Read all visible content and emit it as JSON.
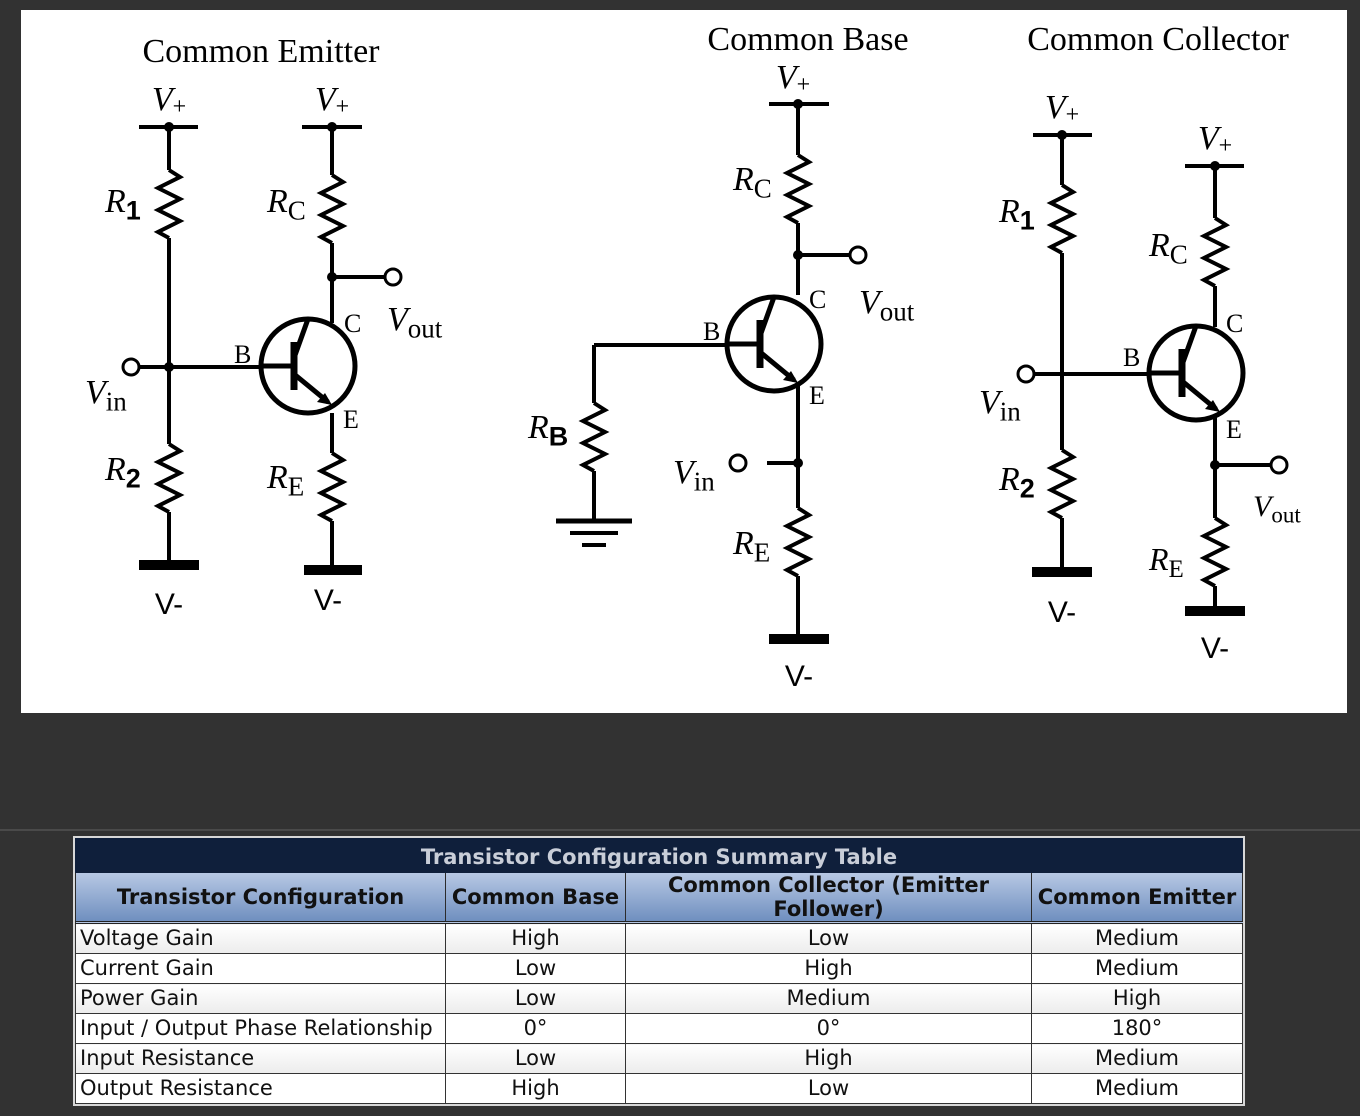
{
  "diagrams": {
    "ce": {
      "title": "Common Emitter",
      "vplus": "V+",
      "r1": "R1",
      "r2": "R2",
      "rc": "RC",
      "re": "RE",
      "b": "B",
      "c": "C",
      "e": "E",
      "vin": "Vin",
      "vout": "Vout",
      "vminus": "V-"
    },
    "cb": {
      "title": "Common Base",
      "vplus": "V+",
      "rc": "RC",
      "rb": "RB",
      "re": "RE",
      "b": "B",
      "c": "C",
      "e": "E",
      "vin": "Vin",
      "vout": "Vout",
      "vminus": "V-"
    },
    "cc": {
      "title": "Common Collector",
      "vplus": "V+",
      "r1": "R1",
      "r2": "R2",
      "rc": "RC",
      "re": "RE",
      "b": "B",
      "c": "C",
      "e": "E",
      "vin": "Vin",
      "vout": "Vout",
      "vminus": "V-"
    }
  },
  "table": {
    "title": "Transistor Configuration Summary Table",
    "headers": [
      "Transistor Configuration",
      "Common Base",
      "Common Collector (Emitter Follower)",
      "Common Emitter"
    ],
    "rows": [
      [
        "Voltage Gain",
        "High",
        "Low",
        "Medium"
      ],
      [
        "Current Gain",
        "Low",
        "High",
        "Medium"
      ],
      [
        "Power Gain",
        "Low",
        "Medium",
        "High"
      ],
      [
        "Input / Output Phase Relationship",
        "0°",
        "0°",
        "180°"
      ],
      [
        "Input Resistance",
        "Low",
        "High",
        "Medium"
      ],
      [
        "Output Resistance",
        "High",
        "Low",
        "Medium"
      ]
    ]
  }
}
